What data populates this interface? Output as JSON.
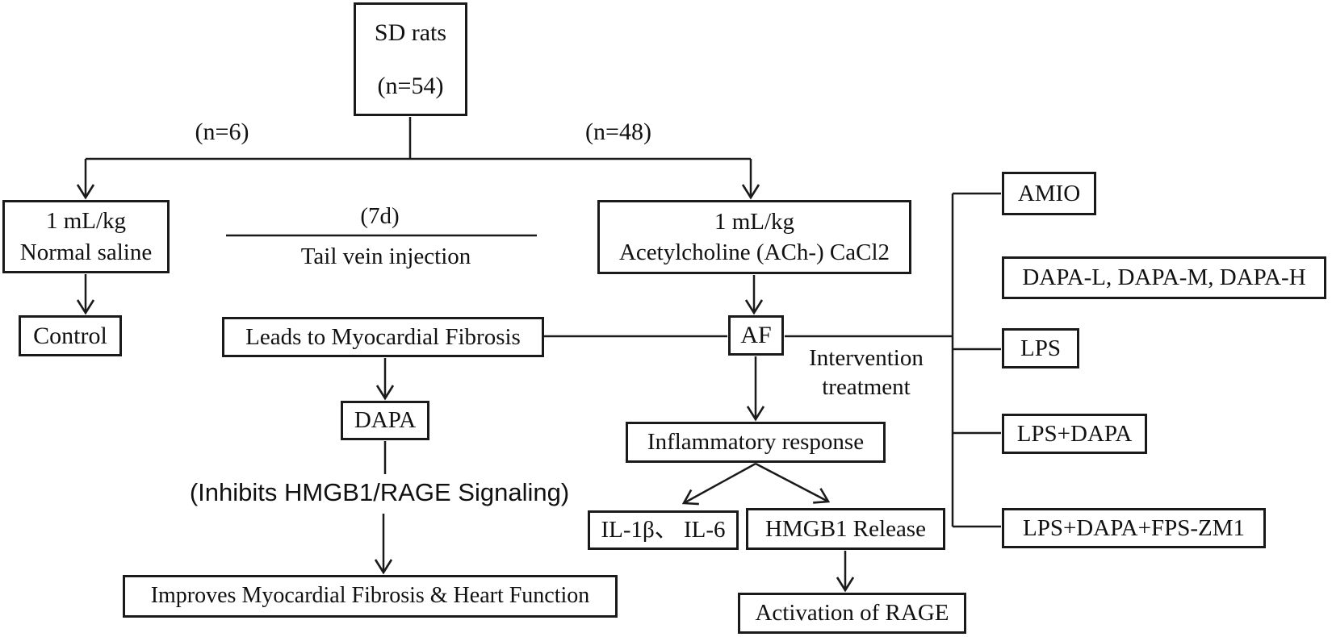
{
  "diagram": {
    "background": "#ffffff",
    "line_color": "#1a1a1a",
    "text_color": "#111111",
    "nodes": {
      "sd_rats": {
        "line1": "SD rats",
        "line2": "(n=54)"
      },
      "normal_saline": {
        "line1": "1 mL/kg",
        "line2": "Normal saline"
      },
      "control": {
        "label": "Control"
      },
      "ach_cacl2": {
        "line1": "1 mL/kg",
        "line2": "Acetylcholine (ACh-) CaCl2"
      },
      "leads_fibrosis": {
        "label": "Leads to Myocardial Fibrosis"
      },
      "af": {
        "label": "AF"
      },
      "dapa": {
        "label": "DAPA"
      },
      "inflammatory": {
        "label": "Inflammatory response"
      },
      "il_cytokines": {
        "label": "IL-1β、 IL-6"
      },
      "hmgb1_release": {
        "label": "HMGB1 Release"
      },
      "activation_rage": {
        "label": "Activation of RAGE"
      },
      "improves": {
        "label": "Improves Myocardial Fibrosis & Heart Function"
      },
      "amio": {
        "label": "AMIO"
      },
      "dapa_lmh": {
        "label": "DAPA-L, DAPA-M, DAPA-H"
      },
      "lps": {
        "label": "LPS"
      },
      "lps_dapa": {
        "label": "LPS+DAPA"
      },
      "lps_dapa_fps": {
        "label": "LPS+DAPA+FPS-ZM1"
      }
    },
    "labels": {
      "n6": "(n=6)",
      "n48": "(n=48)",
      "duration": "(7d)",
      "tail_vein": "Tail vein injection",
      "intervention_line1": "Intervention",
      "intervention_line2": "treatment",
      "inhibits": "(Inhibits HMGB1/RAGE Signaling)"
    }
  }
}
